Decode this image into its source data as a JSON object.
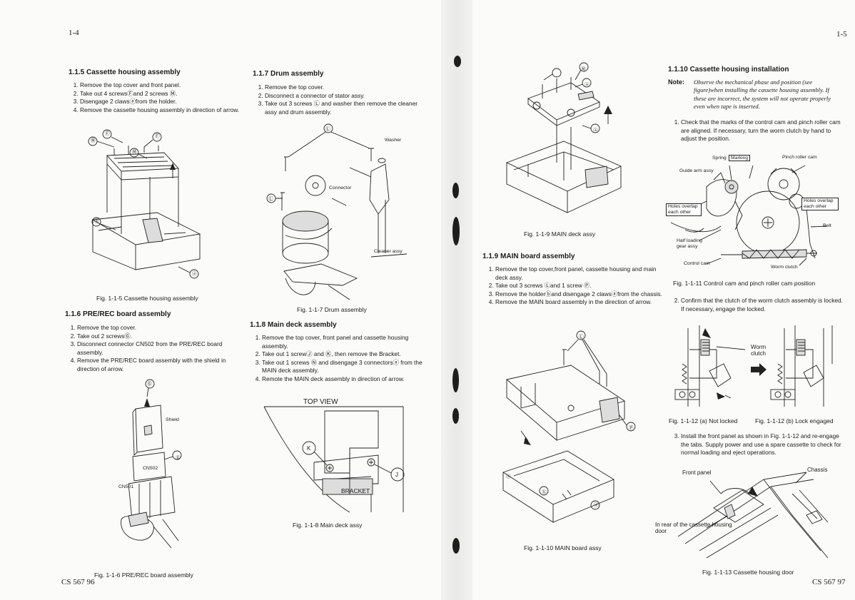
{
  "left_page": {
    "page_number": "1-4",
    "footer": "CS 567 96",
    "sec_115": {
      "title": "1.1.5 Cassette housing assembly",
      "steps": [
        "Remove the top cover and front panel.",
        "Take out 4 screwsⒻand 2 screws Ⓜ.",
        "Disengage 2 clawsⓐfrom the holder.",
        "Remove the cassette housing assembly in direction of arrow."
      ],
      "figure_caption": "Fig. 1-1-5 Cassette housing assembly",
      "labels": {
        "f": "Ⓕ",
        "m": "Ⓜ",
        "a": "ⓐ"
      }
    },
    "sec_116": {
      "title": "1.1.6 PRE/REC board assembly",
      "steps": [
        "Remove the top cover.",
        "Take out 2 screwsⒼ.",
        "Disconnect connector CN502 from the PRE/REC board assembly.",
        "Remove the PRE/REC board assembly with the shield in direction of arrow."
      ],
      "figure_caption": "Fig. 1-1-6 PRE/REC board assembly",
      "labels": {
        "shield": "Shield",
        "cn502": "CN502",
        "cn501": "CN501",
        "g": "Ⓖ"
      }
    },
    "sec_117": {
      "title": "1.1.7 Drum assembly",
      "steps": [
        "Remove the top cover.",
        "Disconnect a connector of stator assy.",
        "Take out 3 screws Ⓛ and washer then remove the cleaner assy and drum assembly."
      ],
      "figure_caption": "Fig. 1-1-7 Drum assembly",
      "labels": {
        "washer": "Washer",
        "connector": "Connector",
        "cleaner": "Cleaner assy",
        "l": "Ⓛ"
      }
    },
    "sec_118": {
      "title": "1.1.8 Main deck assembly",
      "steps": [
        "Remove the top cover, front panel and cassette housing assembly.",
        "Take out 1 screwⒿ and Ⓚ, then remove the Bracket.",
        "Take out 1 screws Ⓝ and disengage 3 connectorsⓐ from the MAIN deck assembly.",
        "Remote the MAIN deck assembly in direction of arrow."
      ],
      "figure_caption": "Fig. 1-1-8 Main deck assy",
      "labels": {
        "top_view": "TOP VIEW",
        "k": "K",
        "j": "J",
        "bracket": "BRACKET"
      }
    }
  },
  "right_page": {
    "page_number": "1-5",
    "footer": "CS 567 97",
    "fig_119_caption": "Fig. 1-1-9 MAIN deck assy",
    "fig_119_labels": {
      "n": "Ⓝ",
      "a": "ⓐ"
    },
    "sec_119": {
      "title": "1.1.9 MAIN board assembly",
      "steps": [
        "Remove the top cover,front panel, cassette housing and main deck assy.",
        "Take out 3 screws Ⓛand 1 screw Ⓟ.",
        "Remove the holderⓑand disengage 2 clawsⓐfrom the chassis.",
        "Remove the MAIN board assembly in the direction of arrow."
      ],
      "figure_caption": "Fig. 1-1-10 MAIN board assy",
      "labels": {
        "l": "Ⓛ",
        "p": "Ⓟ",
        "a": "ⓐ",
        "b": "ⓑ"
      }
    },
    "sec_1110": {
      "title": "1.1.10 Cassette housing installation",
      "note_label": "Note:",
      "note_text": "Observe the mechanical phase and position (see figure)when installing the cassette housing assembly. If these are incorrect, the system will not operate properly even when tape is inserted.",
      "steps": [
        "Check that the marks of the control cam and pinch roller cam are aligned. If necessary, turn the worm clutch by hand to adjust the position.",
        "Confirm that the clutch of the worm clutch assembly is locked. If necessary, engage the locked.",
        "Install the front panel as shown in Fig. 1-1-12 and re-engage the tabs. Supply power and use a spare cassette to check for normal loading and eject operations."
      ],
      "fig11_caption": "Fig. 1-1-11 Control cam and pinch roller cam position",
      "fig11_labels": {
        "spring": "Spring",
        "marking": "Marking",
        "pinch": "Pinch roller cam",
        "guide": "Guide arm assy",
        "holes_left": "Holes overlap each other",
        "holes_right": "Holes overlap each other",
        "belt": "Belt",
        "half": "Half loading gear assy",
        "control": "Control cam",
        "worm": "Worm clutch"
      },
      "fig12a_caption": "Fig. 1-1-12 (a) Not locked",
      "fig12b_caption": "Fig. 1-1-12 (b) Lock engaged",
      "fig12_label": "Worm clutch",
      "fig13_caption": "Fig. 1-1-13 Cassette housing door",
      "fig13_labels": {
        "front": "Front panel",
        "chassis": "Chassis",
        "rear": "In rear of the cassette housing door"
      }
    }
  }
}
